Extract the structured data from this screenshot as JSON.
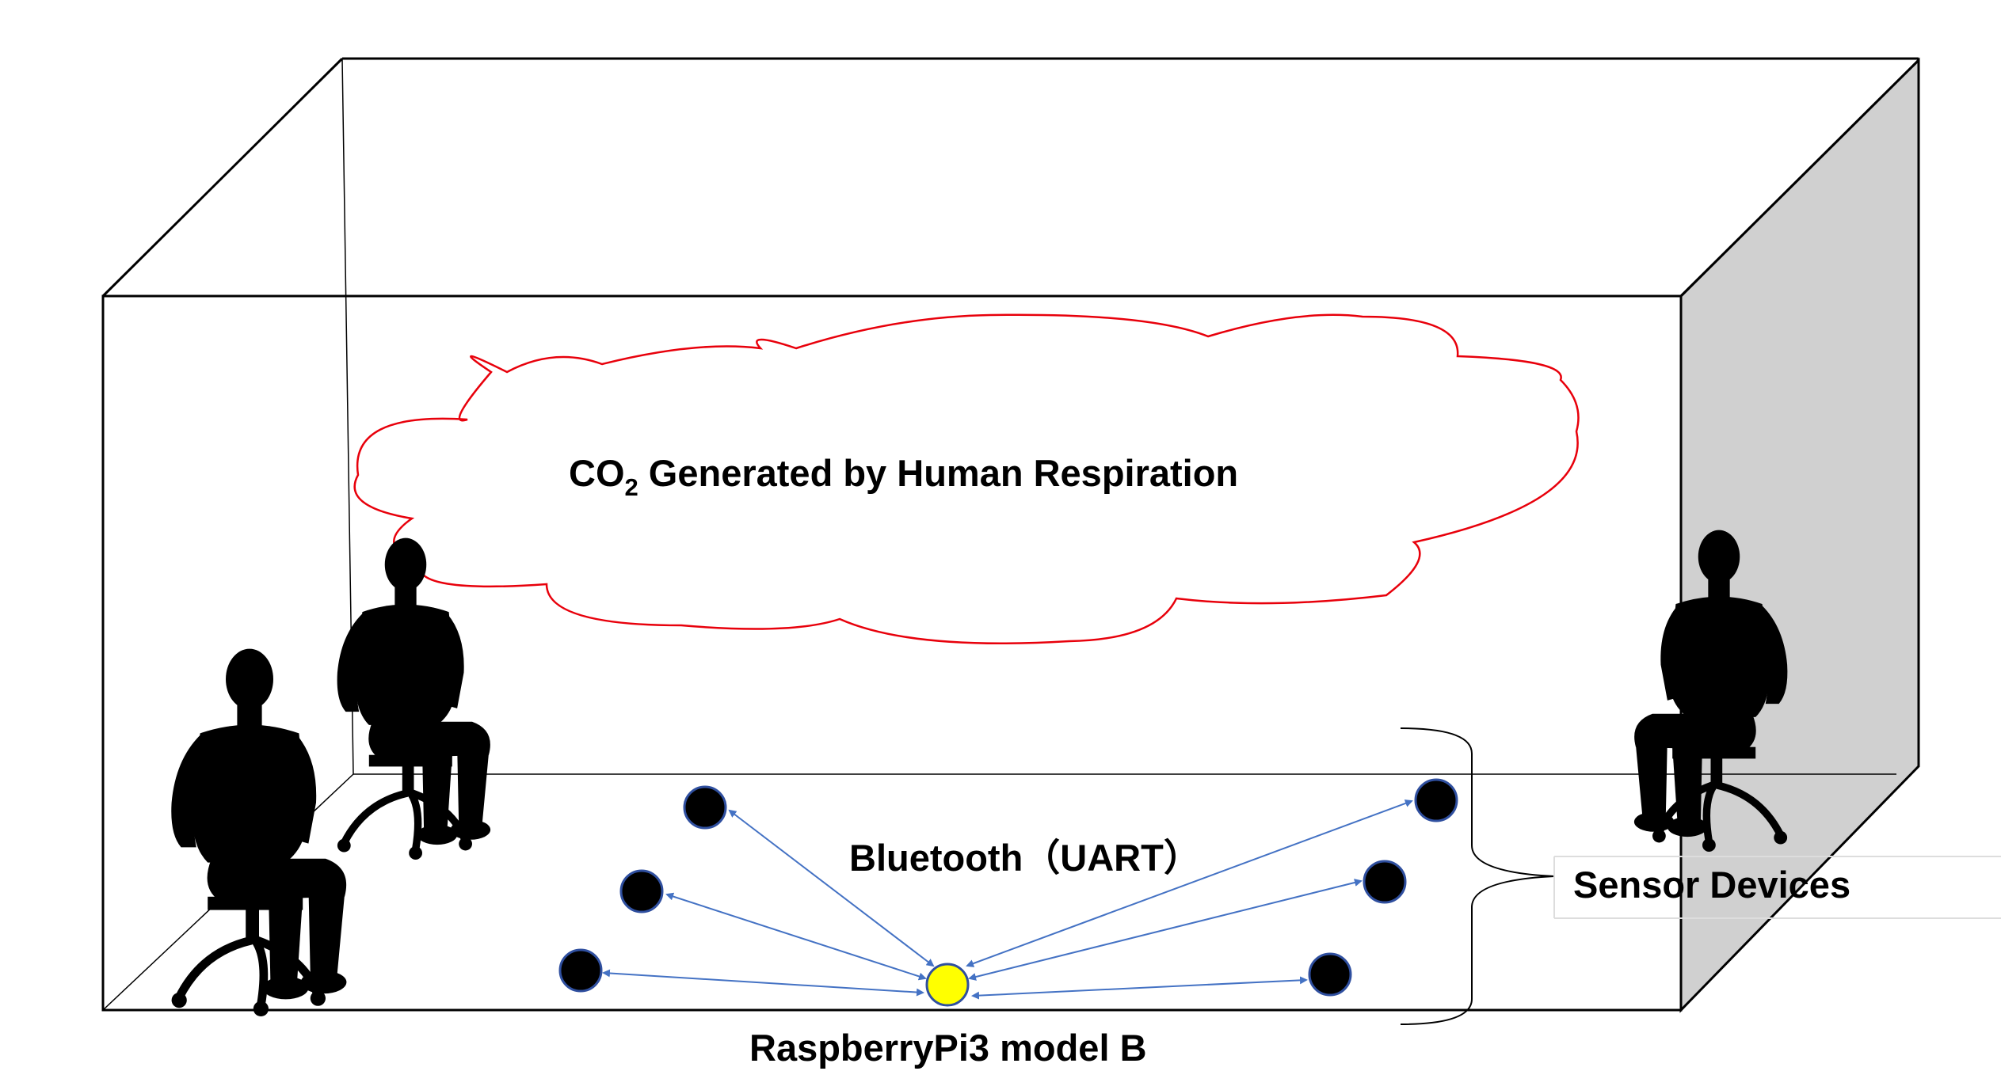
{
  "cloud_label": {
    "prefix": "CO",
    "subscript": "2",
    "rest": " Generated by Human Respiration"
  },
  "link_label": "Bluetooth（UART）",
  "group_label": "Sensor Devices",
  "hub_label": "RaspberryPi3 model B",
  "colors": {
    "cloud_outline": "#e8000b",
    "link_arrow": "#4472c4",
    "sensor_fill": "#000000",
    "sensor_outline": "#2f4f9f",
    "hub_fill": "#ffff00",
    "right_wall": "#d0d0d0",
    "silhouette": "#000000"
  },
  "icons": {
    "person": "person-seated-silhouette-icon",
    "sensor": "sensor-device-icon",
    "hub": "raspberry-pi-hub-icon"
  },
  "diagram": {
    "sensors": [
      "sensor-1",
      "sensor-2",
      "sensor-3",
      "sensor-4",
      "sensor-5",
      "sensor-6"
    ],
    "hub": "raspberrypi3-model-b",
    "links": "bidirectional bluetooth between hub and each sensor"
  }
}
